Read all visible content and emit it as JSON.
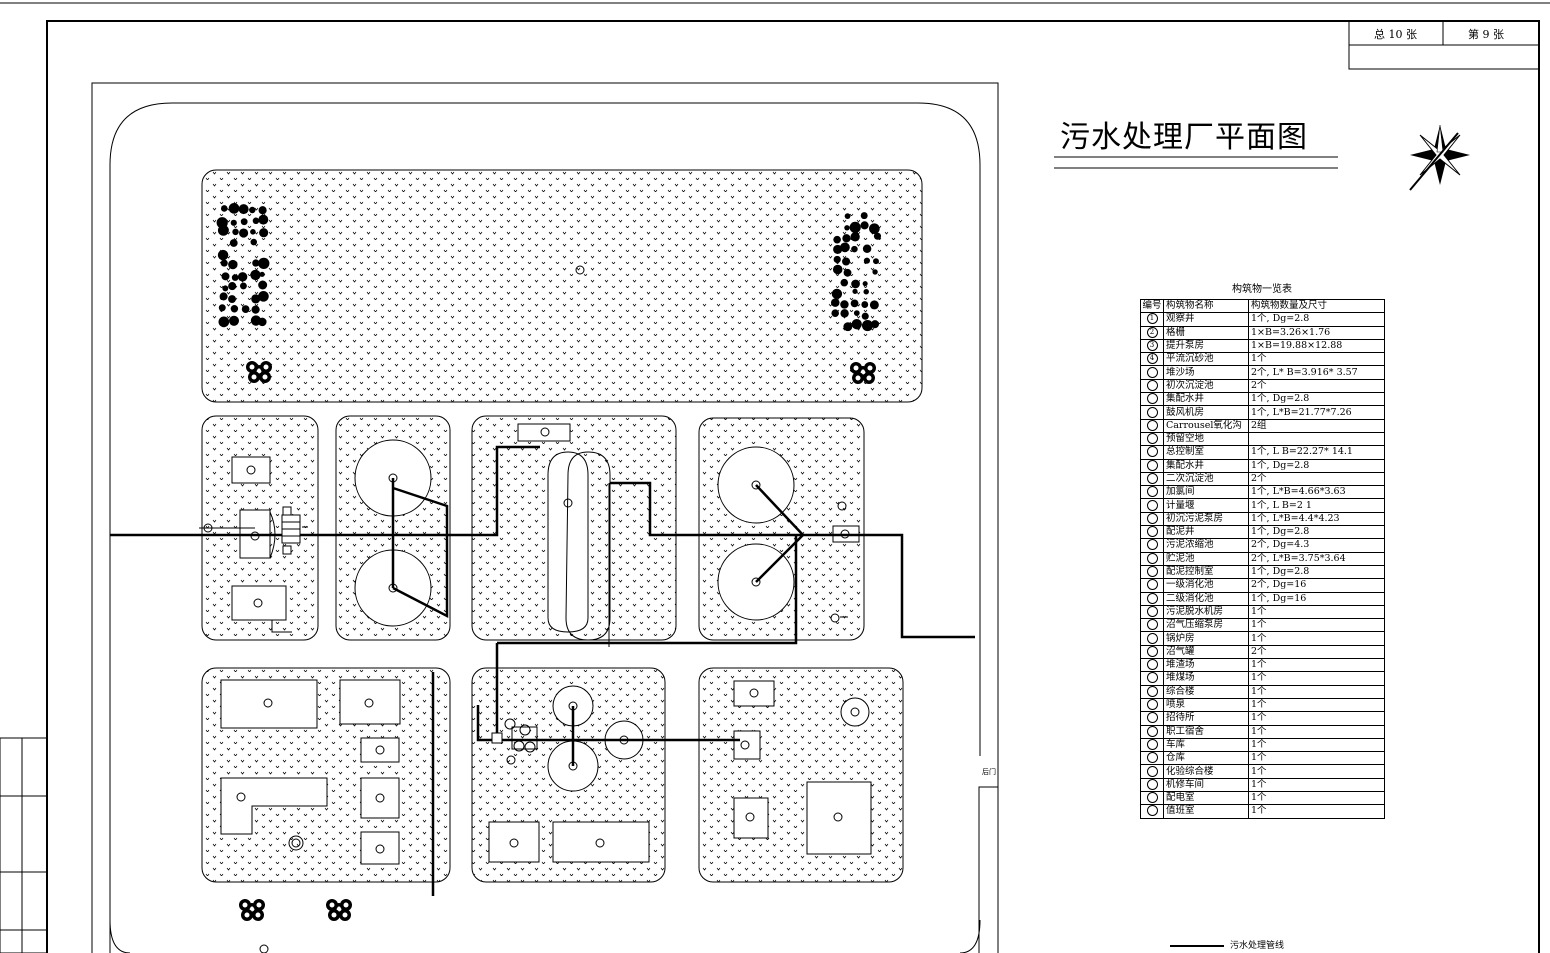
{
  "drawing": {
    "title": "污水处理厂平面图",
    "sheet_total": "总 10 张",
    "sheet_current": "第 9 张",
    "gate_label": "后门",
    "table_title": "构筑物一览表",
    "legend_label": "污水处理管线",
    "compass_icon": "north-arrow-icon"
  },
  "table": {
    "headers": [
      "编号",
      "构筑物名称",
      "构筑物数量及尺寸"
    ],
    "rows": [
      {
        "no": "1",
        "name": "观察井",
        "spec": "1个, Dg=2.8"
      },
      {
        "no": "2",
        "name": "格栅",
        "spec": "1×B=3.26×1.76"
      },
      {
        "no": "3",
        "name": "提升泵房",
        "spec": "1×B=19.88×12.88"
      },
      {
        "no": "4",
        "name": "平流沉砂池",
        "spec": "1个"
      },
      {
        "no": "",
        "name": "堆沙场",
        "spec": "2个, L* B=3.916* 3.57"
      },
      {
        "no": "",
        "name": "初次沉淀池",
        "spec": "2个"
      },
      {
        "no": "",
        "name": "集配水井",
        "spec": "1个, Dg=2.8"
      },
      {
        "no": "",
        "name": "鼓风机房",
        "spec": "1个, L*B=21.77*7.26"
      },
      {
        "no": "",
        "name": "Carrousel氧化沟",
        "spec": "2组"
      },
      {
        "no": "",
        "name": "预留空地",
        "spec": ""
      },
      {
        "no": "",
        "name": "总控制室",
        "spec": "1个, L B=22.27* 14.1"
      },
      {
        "no": "",
        "name": "集配水井",
        "spec": "1个, Dg=2.8"
      },
      {
        "no": "",
        "name": "二次沉淀池",
        "spec": "2个"
      },
      {
        "no": "",
        "name": "加氯间",
        "spec": "1个, L*B=4.66*3.63"
      },
      {
        "no": "",
        "name": "计量堰",
        "spec": "1个, L B=2 1"
      },
      {
        "no": "",
        "name": "初沉污泥泵房",
        "spec": "1个, L*B=4.4*4.23"
      },
      {
        "no": "",
        "name": "配泥井",
        "spec": "1个, Dg=2.8"
      },
      {
        "no": "",
        "name": "污泥浓缩池",
        "spec": "2个, Dg=4.3"
      },
      {
        "no": "",
        "name": "贮泥池",
        "spec": "2个, L*B=3.75*3.64"
      },
      {
        "no": "",
        "name": "配泥控制室",
        "spec": "1个, Dg=2.8"
      },
      {
        "no": "",
        "name": "一级消化池",
        "spec": "2个, Dg=16"
      },
      {
        "no": "",
        "name": "二级消化池",
        "spec": "1个, Dg=16"
      },
      {
        "no": "",
        "name": "污泥脱水机房",
        "spec": "1个"
      },
      {
        "no": "",
        "name": "沼气压缩泵房",
        "spec": "1个"
      },
      {
        "no": "",
        "name": "锅炉房",
        "spec": "1个"
      },
      {
        "no": "",
        "name": "沼气罐",
        "spec": "2个"
      },
      {
        "no": "",
        "name": "堆渣场",
        "spec": "1个"
      },
      {
        "no": "",
        "name": "堆煤场",
        "spec": "1个"
      },
      {
        "no": "",
        "name": "综合楼",
        "spec": "1个"
      },
      {
        "no": "",
        "name": "喷泉",
        "spec": "1个"
      },
      {
        "no": "",
        "name": "招待所",
        "spec": "1个"
      },
      {
        "no": "",
        "name": "职工宿舍",
        "spec": "1个"
      },
      {
        "no": "",
        "name": "车库",
        "spec": "1个"
      },
      {
        "no": "",
        "name": "仓库",
        "spec": "1个"
      },
      {
        "no": "",
        "name": "化验综合楼",
        "spec": "1个"
      },
      {
        "no": "",
        "name": "机修车间",
        "spec": "1个"
      },
      {
        "no": "",
        "name": "配电室",
        "spec": "1个"
      },
      {
        "no": "",
        "name": "值班室",
        "spec": "1个"
      }
    ]
  }
}
